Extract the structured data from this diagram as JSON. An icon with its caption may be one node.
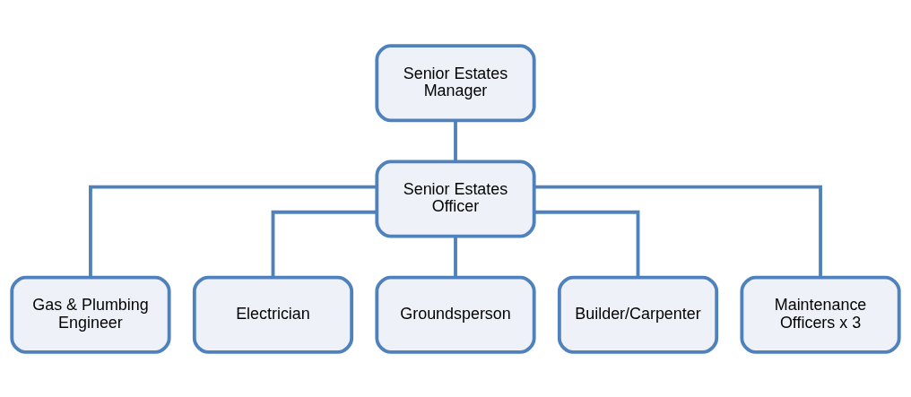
{
  "diagram": {
    "nodes": [
      {
        "text": [
          "Senior Estates Manager"
        ]
      },
      {
        "text": [
          "Senior Estates Officer"
        ]
      },
      {
        "text": [
          "Gas & Plumbing Engineer"
        ]
      },
      {
        "text": [
          "Electrician"
        ]
      },
      {
        "text": [
          "Groundsperson"
        ]
      },
      {
        "text": [
          "Builder/Carpenter"
        ]
      },
      {
        "text": [
          "Maintenance Officers x 3"
        ]
      }
    ],
    "edges": [
      {
        "from": 0,
        "to": 1,
        "arrow": "none"
      },
      {
        "from": 1,
        "to": 2,
        "arrow": "none"
      },
      {
        "from": 1,
        "to": 3,
        "arrow": "none"
      },
      {
        "from": 1,
        "to": 4,
        "arrow": "none"
      },
      {
        "from": 1,
        "to": 5,
        "arrow": "none"
      },
      {
        "from": 1,
        "to": 6,
        "arrow": "none"
      }
    ]
  }
}
